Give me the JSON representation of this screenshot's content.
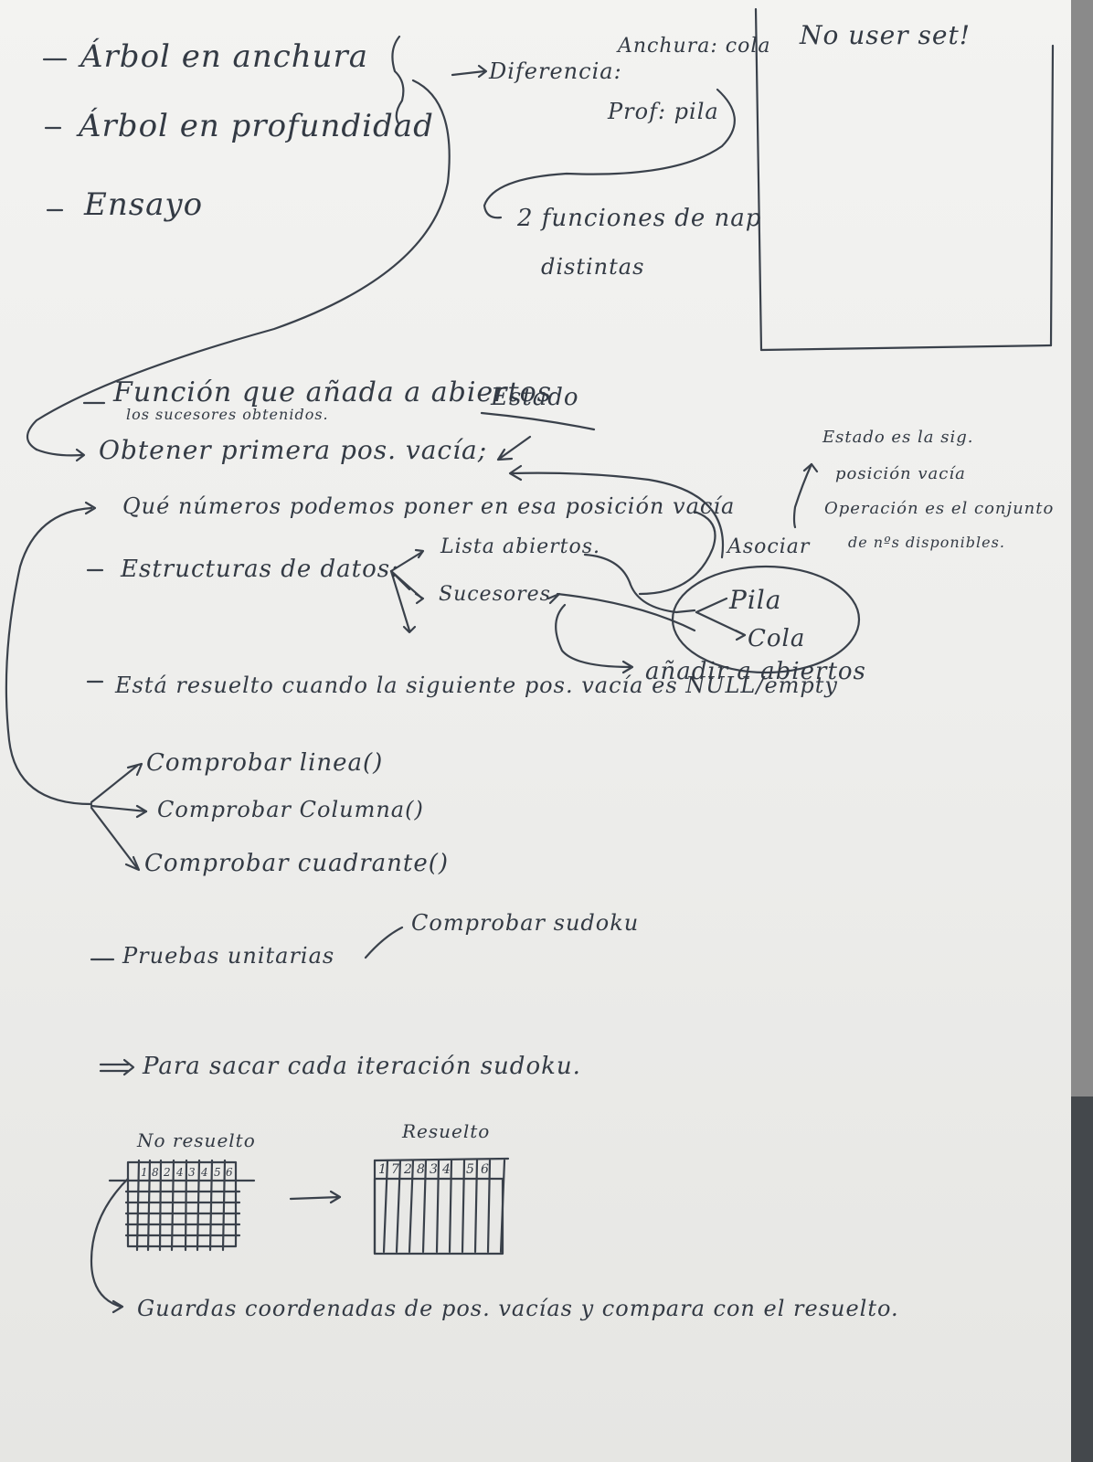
{
  "notes": {
    "items": [
      "Árbol en anchura",
      "Árbol en profundidad",
      "Ensayo"
    ],
    "diferencia": "Diferencia:",
    "anchura": "Anchura: cola",
    "profundidad": "Prof: pila",
    "funciones": "2 funciones de nap",
    "distintas": "distintas",
    "no_user": "No user set!",
    "funcion_line1": "Función que añada a abiertos",
    "funcion_line2": "los sucesores obtenidos.",
    "estado": "Estado",
    "obtener": "Obtener primera pos. vacía;",
    "numeros": "Qué números podemos poner en esa posición vacía",
    "estado_sig_1": "Estado es la sig.",
    "estado_sig_2": "posición vacía",
    "operacion_1": "Operación es el conjunto",
    "operacion_2": "de nºs disponibles.",
    "estructuras": "Estructuras de datos:",
    "lista_abiertos": "Lista abiertos.",
    "sucesores": "Sucesores",
    "asociar": "Asociar",
    "pila": "Pila",
    "cola": "Cola",
    "anadir": "añadir a abiertos",
    "resuelto": "Está resuelto cuando la siguiente pos. vacía es NULL/empty",
    "comprobar_linea": "Comprobar linea()",
    "comprobar_columna": "Comprobar Columna()",
    "comprobar_cuadrante": "Comprobar cuadrante()",
    "pruebas": "Pruebas unitarias",
    "comprobar_sudoku": "Comprobar sudoku",
    "para_sacar": "Para sacar cada iteración sudoku.",
    "no_resuelto": "No resuelto",
    "resuelto_lbl": "Resuelto",
    "grid_left_header": [
      "1",
      "8",
      "2",
      "4",
      "3",
      "4",
      "5",
      "6"
    ],
    "grid_right_header": [
      "1",
      "7",
      "2",
      "8",
      "3",
      "4",
      "5",
      "6"
    ],
    "guardar": "Guardas coordenadas de pos. vacías y compara con el resuelto."
  }
}
